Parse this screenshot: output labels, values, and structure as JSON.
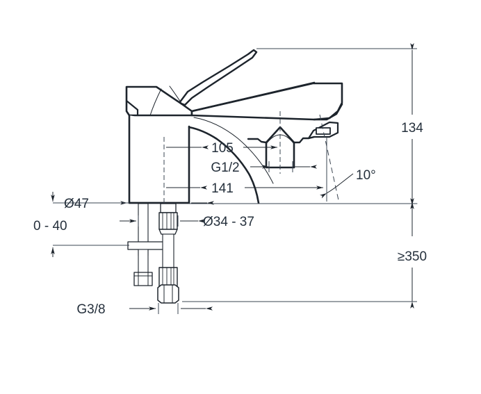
{
  "drawing": {
    "title": "Single-lever basin mixer dimensional drawing",
    "background_color": "#ffffff",
    "line_color": "#1d242c",
    "text_color": "#25303c",
    "thin_line_color": "#3a4450"
  },
  "dimensions": {
    "spout_reach_label": "105",
    "inlet_thread_label": "G1/2",
    "overall_depth_label": "141",
    "aerator_angle_label": "10°",
    "body_diameter_label": "Ø47",
    "mounting_hole_label": "Ø34 - 37",
    "deck_thickness_label": "0 - 40",
    "supply_thread_label": "G3/8",
    "height_label": "134",
    "clearance_label": "≥350"
  },
  "annotations": [
    {
      "name": "spout-reach",
      "value": "105",
      "orientation": "horizontal"
    },
    {
      "name": "inlet-thread",
      "value": "G1/2",
      "orientation": "horizontal"
    },
    {
      "name": "overall-depth",
      "value": "141",
      "orientation": "horizontal"
    },
    {
      "name": "aerator-angle",
      "value": "10°",
      "orientation": "horizontal"
    },
    {
      "name": "body-diameter",
      "value": "Ø47",
      "orientation": "horizontal"
    },
    {
      "name": "mounting-hole-diameter",
      "value": "Ø34 - 37",
      "orientation": "horizontal"
    },
    {
      "name": "deck-thickness",
      "value": "0 - 40",
      "orientation": "vertical"
    },
    {
      "name": "supply-thread",
      "value": "G3/8",
      "orientation": "horizontal"
    },
    {
      "name": "spout-height",
      "value": "134",
      "orientation": "vertical"
    },
    {
      "name": "installation-clearance",
      "value": "≥350",
      "orientation": "vertical"
    }
  ]
}
